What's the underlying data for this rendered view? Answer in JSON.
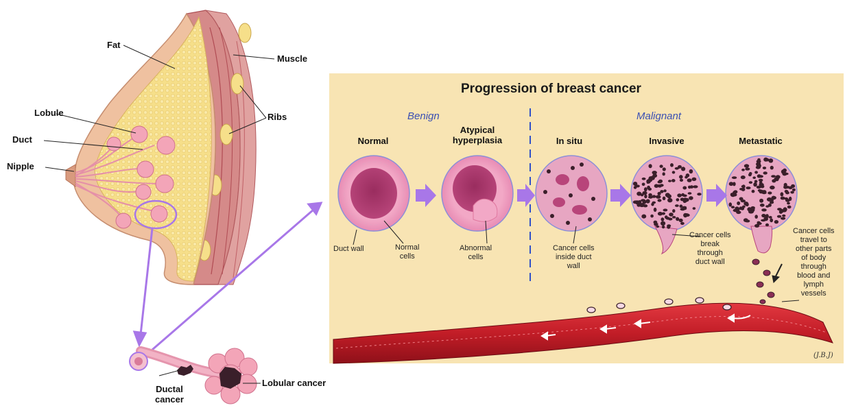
{
  "anatomy": {
    "fat": "Fat",
    "muscle": "Muscle",
    "lobule": "Lobule",
    "duct": "Duct",
    "nipple": "Nipple",
    "ribs": "Ribs"
  },
  "detail": {
    "ductal_cancer": "Ductal\ncancer",
    "lobular_cancer": "Lobular cancer"
  },
  "panel": {
    "title": "Progression of breast cancer",
    "benign": "Benign",
    "malignant": "Malignant",
    "stages": [
      {
        "title": "Normal"
      },
      {
        "title": "Atypical\nhyperplasia"
      },
      {
        "title": "In situ"
      },
      {
        "title": "Invasive"
      },
      {
        "title": "Metastatic"
      }
    ],
    "captions": {
      "duct_wall": "Duct wall",
      "normal_cells": "Normal\ncells",
      "abnormal_cells": "Abnormal\ncells",
      "cancer_inside": "Cancer cells\ninside duct\nwall",
      "cancer_break": "Cancer cells\nbreak\nthrough\nduct wall",
      "cancer_travel": "Cancer cells\ntravel to\nother parts\nof body\nthrough\nblood and\nlymph\nvessels"
    },
    "signature": "(J.B.J)"
  },
  "colors": {
    "panel_bg": "#f8e4b3",
    "breast_skin": "#f0c7a6",
    "fat": "#f6df8a",
    "muscle": "#c9696b",
    "arrow": "#a877e8",
    "vessel": "#c8202a",
    "divider": "#3050c8"
  }
}
